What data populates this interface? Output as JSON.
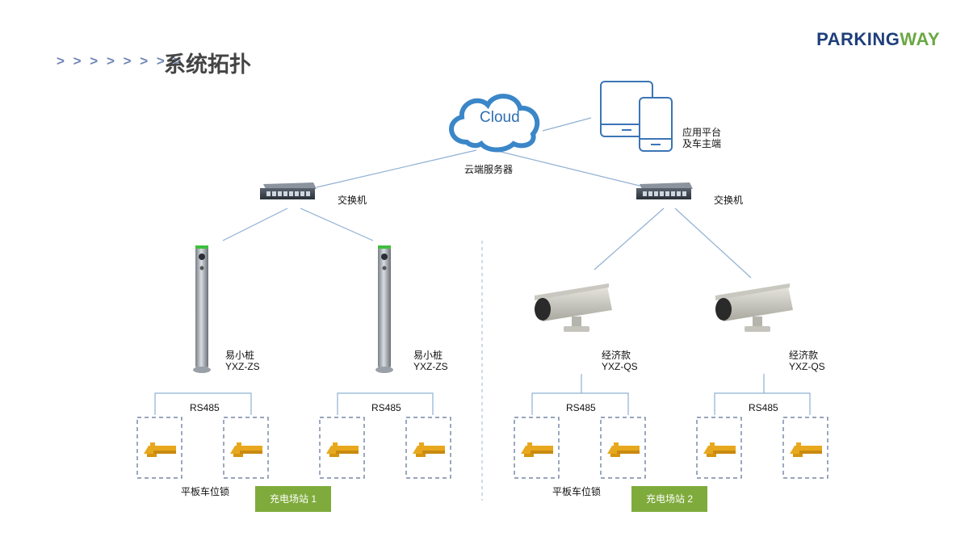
{
  "header": {
    "chevrons": "> > > > > > > >",
    "title": "系统拓扑",
    "brand_part1": "PARKING",
    "brand_part2": "WAY"
  },
  "cloud": {
    "icon_text": "Cloud",
    "label": "云端服务器"
  },
  "app": {
    "label_line1": "应用平台",
    "label_line2": "及车主端"
  },
  "switches": [
    {
      "label": "交换机"
    },
    {
      "label": "交换机"
    }
  ],
  "left_devices": [
    {
      "name": "易小桩",
      "model": "YXZ-ZS"
    },
    {
      "name": "易小桩",
      "model": "YXZ-ZS"
    }
  ],
  "right_devices": [
    {
      "name": "经济款",
      "model": "YXZ-QS"
    },
    {
      "name": "经济款",
      "model": "YXZ-QS"
    }
  ],
  "bus_label": "RS485",
  "lock_label": "平板车位锁",
  "stations": [
    {
      "label": "充电场站 1"
    },
    {
      "label": "充电场站 2"
    }
  ],
  "colors": {
    "line": "#8fb0d3",
    "dash": "#5a6f95",
    "station": "#7fab3c",
    "brand_dark": "#1f3f7a",
    "brand_green": "#6aa843",
    "lock": "#e8a81e"
  }
}
